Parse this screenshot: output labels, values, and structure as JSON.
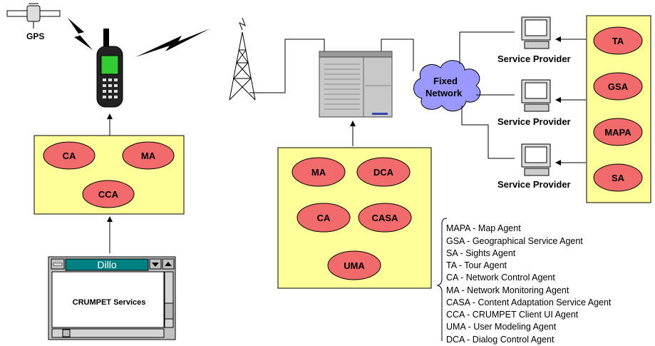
{
  "gps": {
    "label": "GPS"
  },
  "mobile_box": {
    "agents": [
      "CA",
      "MA",
      "CCA"
    ]
  },
  "server_box": {
    "agents": [
      "MA",
      "DCA",
      "CA",
      "CASA",
      "UMA"
    ]
  },
  "service_box": {
    "agents": [
      "TA",
      "GSA",
      "MAPA",
      "SA"
    ]
  },
  "network": {
    "label_line1": "Fixed",
    "label_line2": "Network"
  },
  "providers": {
    "label": "Service Provider"
  },
  "browser": {
    "title": "Dillo",
    "content": "CRUMPET Services"
  },
  "legend": {
    "items": [
      "MAPA - Map Agent",
      "GSA - Geographical Service Agent",
      "SA - Sights Agent",
      "TA - Tour Agent",
      "CA - Network Control Agent",
      "MA - Network Monitoring Agent",
      "CASA - Content Adaptation Service Agent",
      "CCA - CRUMPET Client UI Agent",
      "UMA - User Modeling Agent",
      "DCA - Dialog Control Agent"
    ]
  },
  "colors": {
    "box_fill": "#ffff99",
    "agent_fill": "#f26b6b",
    "cloud_fill": "#9999ff"
  }
}
